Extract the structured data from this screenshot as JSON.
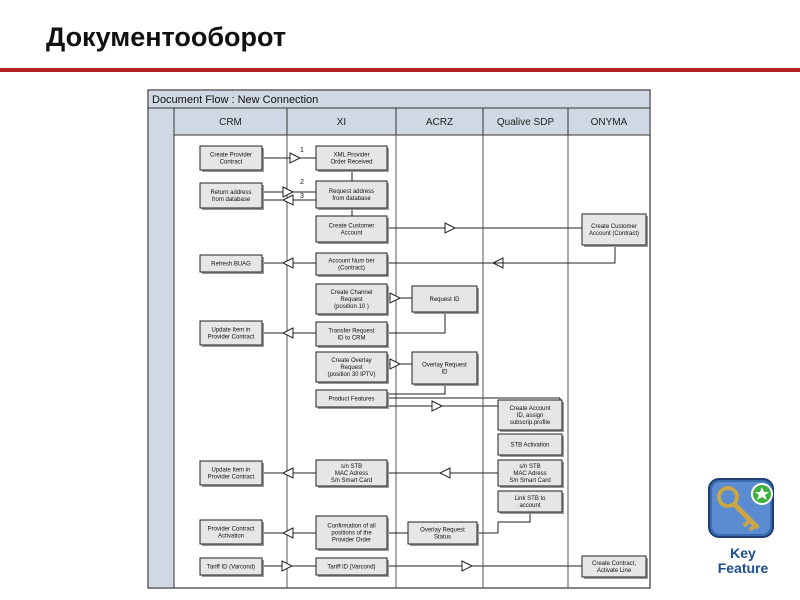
{
  "page": {
    "title": "Документооборот",
    "key_feature_lines": [
      "Key",
      "Feature"
    ],
    "key_feature_icon": "key-icon"
  },
  "diagram": {
    "title": "Document Flow : New Connection",
    "lanes": [
      "CRM",
      "XI",
      "ACRZ",
      "Qualive SDP",
      "ONYMA"
    ],
    "connector_labels": [
      "1",
      "2",
      "3"
    ],
    "boxes": {
      "crm_create_provider_contract": [
        "Create Provider",
        "Contract"
      ],
      "crm_return_address": [
        "Return address",
        "from database"
      ],
      "crm_refresh_buag": [
        "Refresh BUAG"
      ],
      "crm_update_item_1": [
        "Update Item in",
        "Provider Contract"
      ],
      "crm_update_item_2": [
        "Update Item in",
        "Provider Contract"
      ],
      "crm_provider_contract_activation": [
        "Provider Contract",
        "Activation"
      ],
      "crm_tariff_id": [
        "Tariff ID (Varcond)"
      ],
      "xi_xml_provider_order": [
        "XML Provider",
        "Order Received"
      ],
      "xi_request_address": [
        "Request address",
        "from database"
      ],
      "xi_create_customer_account": [
        "Create Customer",
        "Account"
      ],
      "xi_account_number": [
        "Account Num ber",
        "(Contract)"
      ],
      "xi_create_channel_request": [
        "Create Channel",
        "Request",
        "(position 10 )"
      ],
      "xi_transfer_request": [
        "Transfer Request",
        "ID to CRM"
      ],
      "xi_create_overlay_request": [
        "Create Overlay",
        "Request",
        "(position 30 IPTV)"
      ],
      "xi_product_features": [
        "Product Features"
      ],
      "xi_sn_stb": [
        "s/n STB",
        "MAC Adress",
        "S/n Smart Card"
      ],
      "xi_confirmation": [
        "Confirmation of all",
        "positions of the",
        "Provider Order"
      ],
      "xi_tariff_id": [
        "Tariff ID (Varcond)"
      ],
      "acrz_request_id": [
        "Request ID"
      ],
      "acrz_overlay_request_id": [
        "Overlay Request",
        "ID"
      ],
      "acrz_overlay_request_status": [
        "Overlay Request",
        "Status"
      ],
      "sdp_create_account_id": [
        "Create Account",
        "ID, assign",
        "subscrip.profile"
      ],
      "sdp_stb_activation": [
        "STB Activation"
      ],
      "sdp_sn_stb": [
        "s/n STB",
        "MAC Adress",
        "S/n Smart Card"
      ],
      "sdp_link_stb": [
        "Link STB to",
        "account"
      ],
      "onyma_create_customer_account": [
        "Create Customer",
        "Account (Contract)"
      ],
      "onyma_create_contract": [
        "Create Contract,",
        "Activate Line"
      ]
    }
  }
}
